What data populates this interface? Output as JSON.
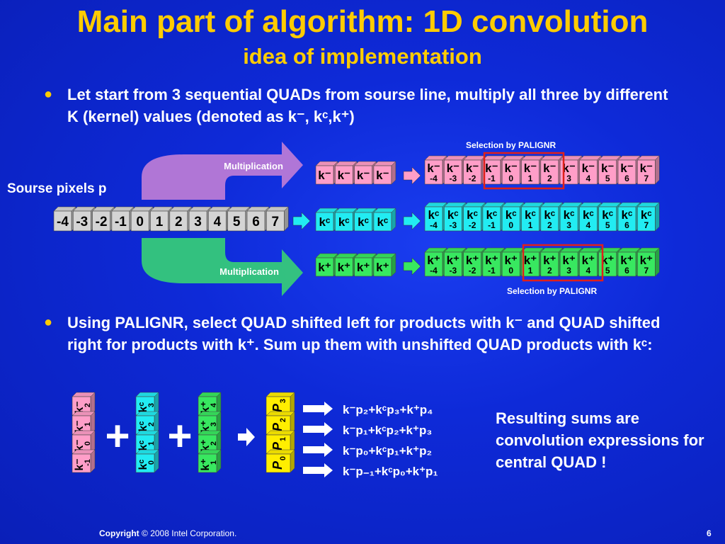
{
  "title": "Main part of algorithm: 1D convolution",
  "subtitle": "idea of implementation",
  "bullet1": "Let start from 3 sequential QUADs from sourse line, multiply all three by different K (kernel) values  (denoted as k⁻, kᶜ,k⁺)",
  "bullet2": "Using PALIGNR, select QUAD shifted left for products with k⁻ and QUAD shifted right for products with k⁺. Sum up them with unshifted QUAD products with kᶜ:",
  "source_label": "Sourse pixels p",
  "multiplication_label": "Multiplication",
  "selection_label": "Selection by PALIGNR",
  "source_pixels": [
    "-4",
    "-3",
    "-2",
    "-1",
    "0",
    "1",
    "2",
    "3",
    "4",
    "5",
    "6",
    "7"
  ],
  "kernel": {
    "minus": "k⁻",
    "center": "kᶜ",
    "plus": "k⁺"
  },
  "row_indices": [
    "-4",
    "-3",
    "-2",
    "-1",
    "0",
    "1",
    "2",
    "3",
    "4",
    "5",
    "6",
    "7"
  ],
  "stack_minus_indices": [
    "2",
    "1",
    "0",
    "-1"
  ],
  "stack_center_indices": [
    "3",
    "2",
    "1",
    "0"
  ],
  "stack_plus_indices": [
    "4",
    "3",
    "2",
    "1"
  ],
  "p_stack": {
    "letter": "P",
    "indices": [
      "3",
      "2",
      "1",
      "0"
    ]
  },
  "plus_sign": "+",
  "results": [
    "k⁻p₂+kᶜp₃+k⁺p₄",
    "k⁻p₁+kᶜp₂+k⁺p₃",
    "k⁻p₀+kᶜp₁+k⁺p₂",
    "k⁻p₋₁+kᶜp₀+k⁺p₁"
  ],
  "result_note": "Resulting sums are convolution expressions for central QUAD !",
  "footer": {
    "copyright_label": "Copyright",
    "copyright_symbol": "©",
    "copyright_text": "2008 Intel Corporation.",
    "page": "6"
  },
  "colors": {
    "title": "#ffcc00",
    "minus_face": "#ff9ec8",
    "center_face": "#22ecf2",
    "plus_face": "#38e860",
    "source_face": "#d4d4d4",
    "p_face": "#ffee00",
    "selection_box": "#e0201a"
  }
}
